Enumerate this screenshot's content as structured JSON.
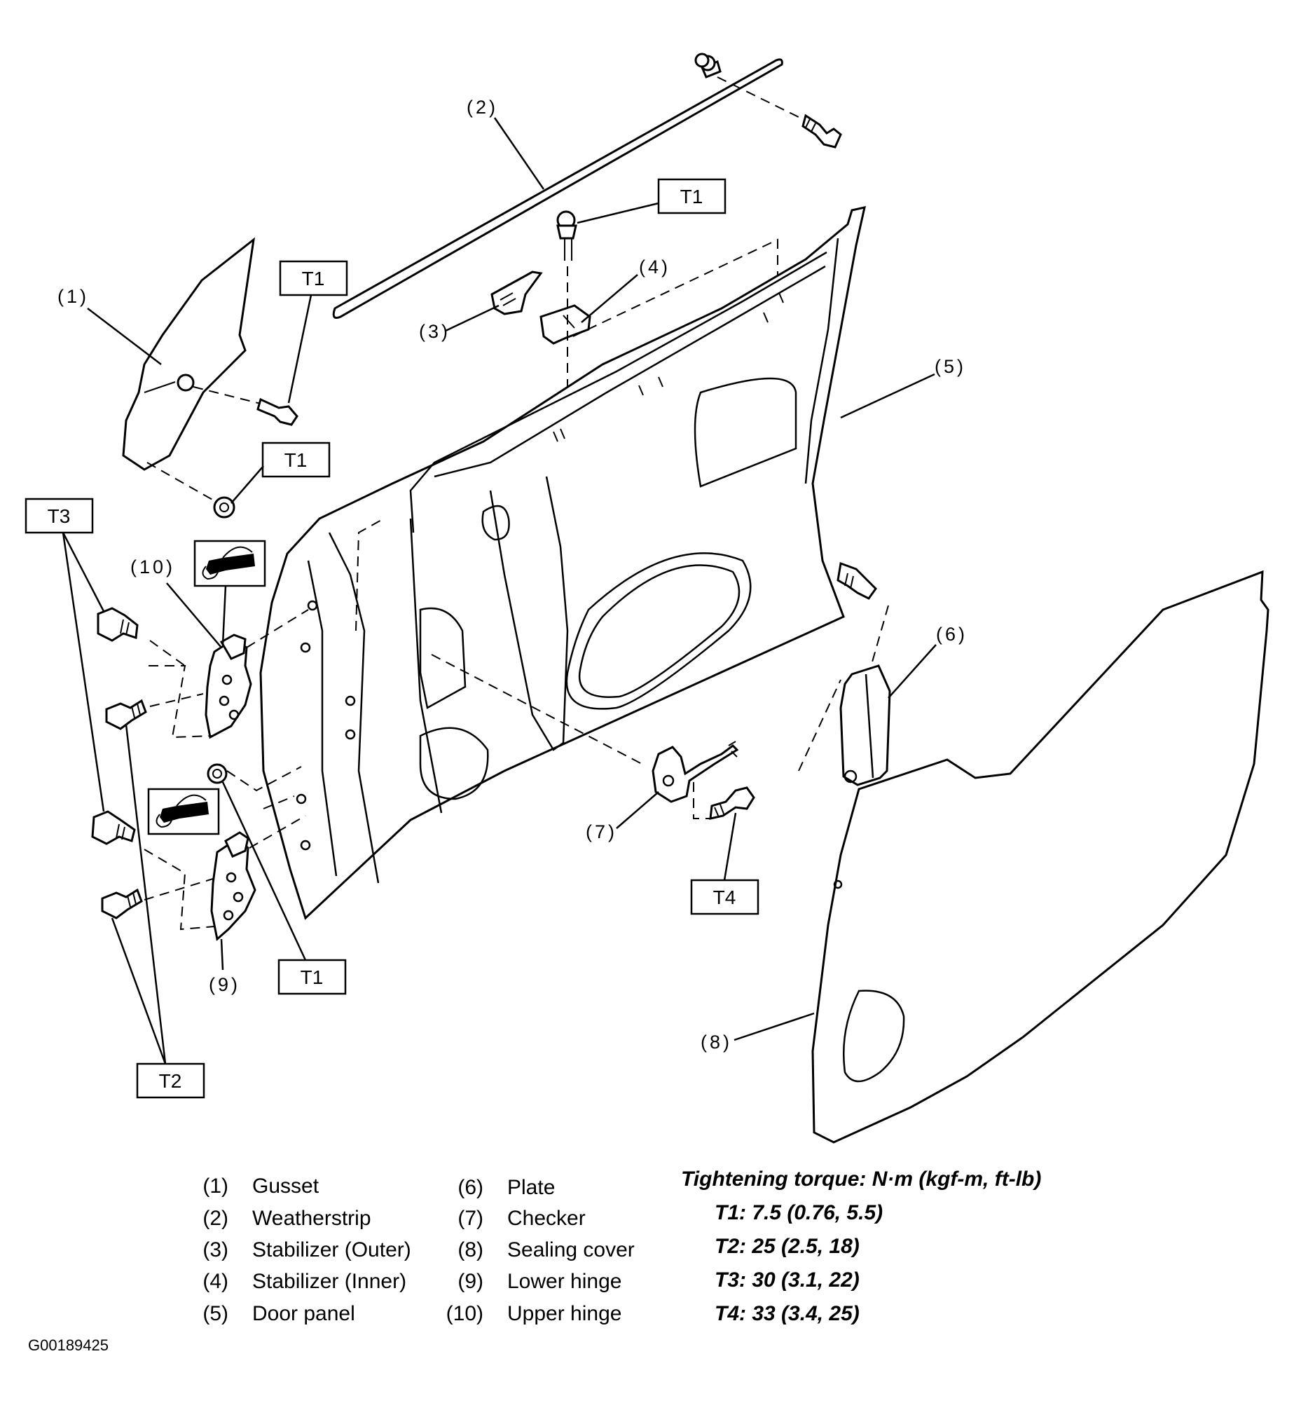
{
  "callouts": {
    "c1": "(1)",
    "c2": "(2)",
    "c3": "(3)",
    "c4": "(4)",
    "c5": "(5)",
    "c6": "(6)",
    "c7": "(7)",
    "c8": "(8)",
    "c9": "(9)",
    "c10": "(10)"
  },
  "torque_boxes": {
    "t1": "T1",
    "t2": "T2",
    "t3": "T3",
    "t4": "T4"
  },
  "legend": [
    {
      "num": "(1)",
      "name": "Gusset"
    },
    {
      "num": "(2)",
      "name": "Weatherstrip"
    },
    {
      "num": "(3)",
      "name": "Stabilizer (Outer)"
    },
    {
      "num": "(4)",
      "name": "Stabilizer (Inner)"
    },
    {
      "num": "(5)",
      "name": "Door panel"
    },
    {
      "num": "(6)",
      "name": "Plate"
    },
    {
      "num": "(7)",
      "name": "Checker"
    },
    {
      "num": "(8)",
      "name": "Sealing cover"
    },
    {
      "num": "(9)",
      "name": "Lower hinge"
    },
    {
      "num": "(10)",
      "name": "Upper hinge"
    }
  ],
  "torque_spec": {
    "title": "Tightening torque: N·m (kgf-m, ft-lb)",
    "t1": "T1: 7.5 (0.76, 5.5)",
    "t2": "T2: 25 (2.5, 18)",
    "t3": "T3: 30 (3.1, 22)",
    "t4": "T4: 33 (3.4, 25)"
  },
  "figure_id": "G00189425"
}
